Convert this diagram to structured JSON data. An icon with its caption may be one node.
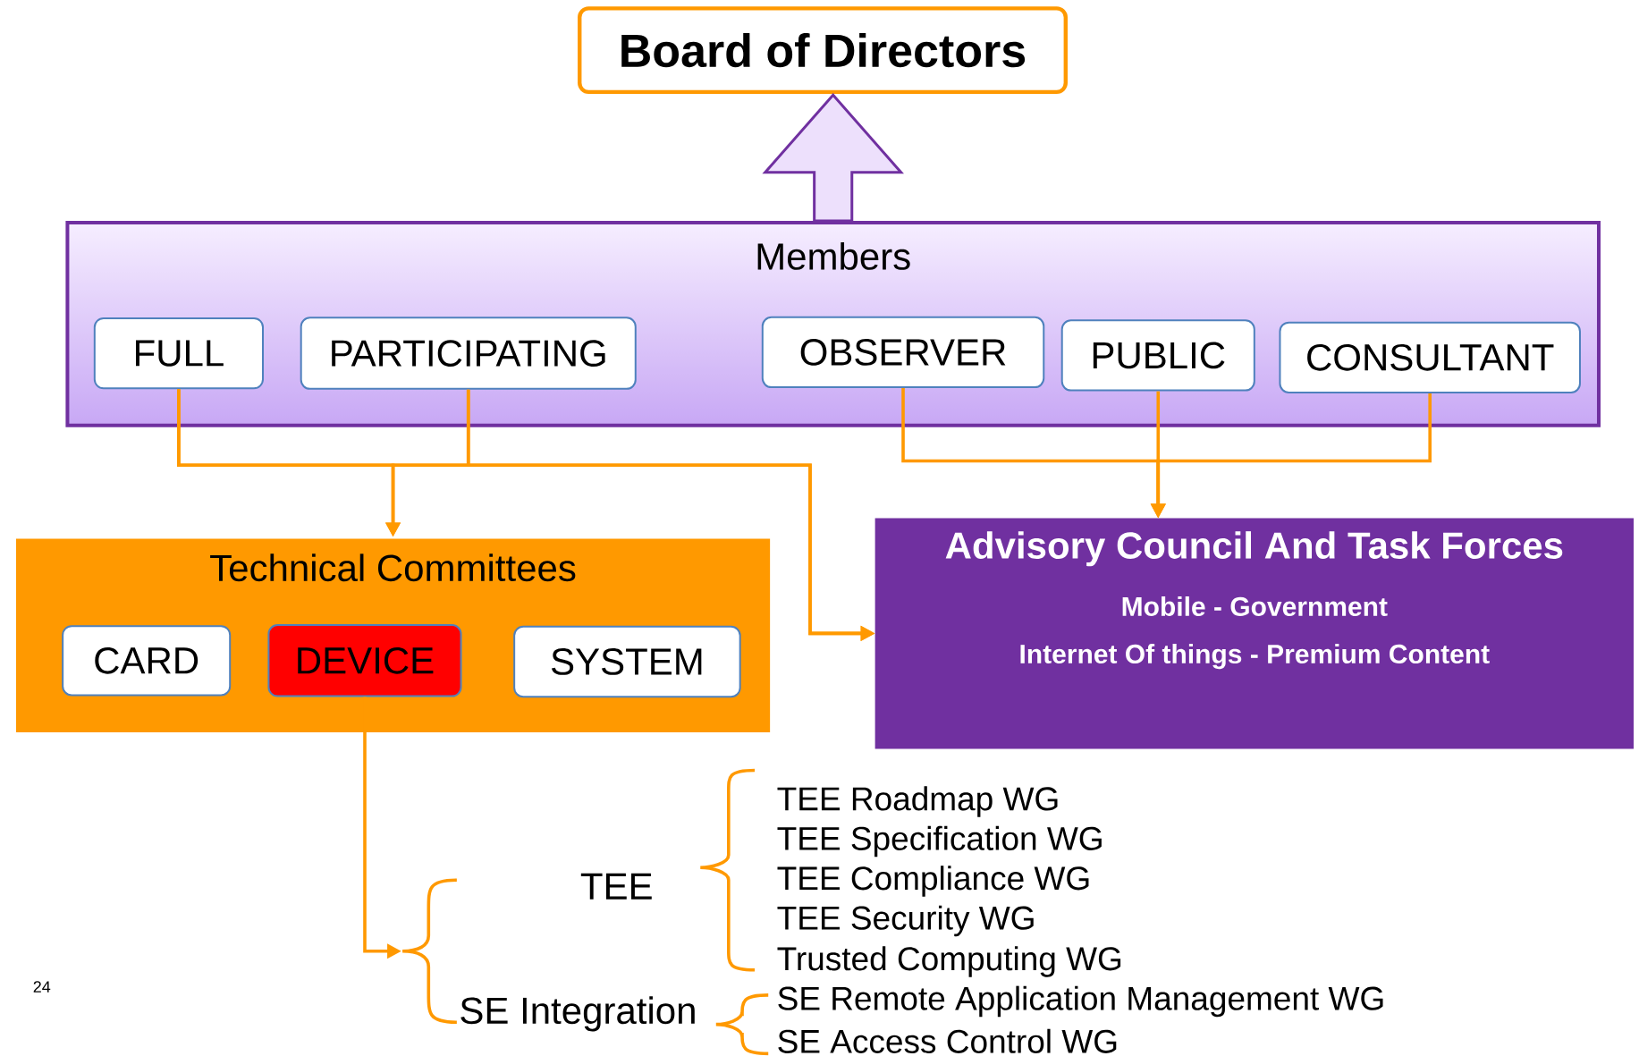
{
  "diagram": {
    "nodes": [
      {
        "text": [
          "Board of Directors"
        ]
      },
      {
        "text": [
          "Members"
        ]
      },
      {
        "text": [
          "FULL"
        ],
        "in": 1
      },
      {
        "text": [
          "PARTICIPATING"
        ],
        "in": 1
      },
      {
        "text": [
          "OBSERVER"
        ],
        "in": 1
      },
      {
        "text": [
          "PUBLIC"
        ],
        "in": 1
      },
      {
        "text": [
          "CONSULTANT"
        ],
        "in": 1
      },
      {
        "text": [
          "Technical Committees"
        ]
      },
      {
        "text": [
          "CARD"
        ],
        "in": 7
      },
      {
        "text": [
          "DEVICE"
        ],
        "in": 7
      },
      {
        "text": [
          "SYSTEM"
        ],
        "in": 7
      },
      {
        "text": [
          "Advisory Council And Task Forces",
          "Mobile - Government",
          "Internet Of things - Premium Content"
        ]
      },
      {
        "text": [],
        "shape": "brace"
      }
    ],
    "edges": [
      {
        "from": 1,
        "to": 0,
        "arrow": "to",
        "style": "thick",
        "color": "#7030a0"
      },
      {
        "from": 2,
        "to": 7,
        "arrow": "to"
      },
      {
        "from": 3,
        "to": 7,
        "arrow": "to"
      },
      {
        "from": 2,
        "to": 11,
        "arrow": "to"
      },
      {
        "from": 3,
        "to": 11,
        "arrow": "to"
      },
      {
        "from": 4,
        "to": 11,
        "arrow": "to"
      },
      {
        "from": 5,
        "to": 11,
        "arrow": "to"
      },
      {
        "from": 6,
        "to": 11,
        "arrow": "to"
      },
      {
        "from": 9,
        "to": 12,
        "arrow": "to"
      }
    ],
    "labels": [
      "TEE",
      "SE Integration",
      "TEE Roadmap WG",
      "TEE Specification WG",
      "TEE Compliance WG",
      "TEE Security WG",
      "Trusted Computing WG",
      "SE Remote Application Management WG",
      "SE Access Control WG",
      "24"
    ]
  }
}
